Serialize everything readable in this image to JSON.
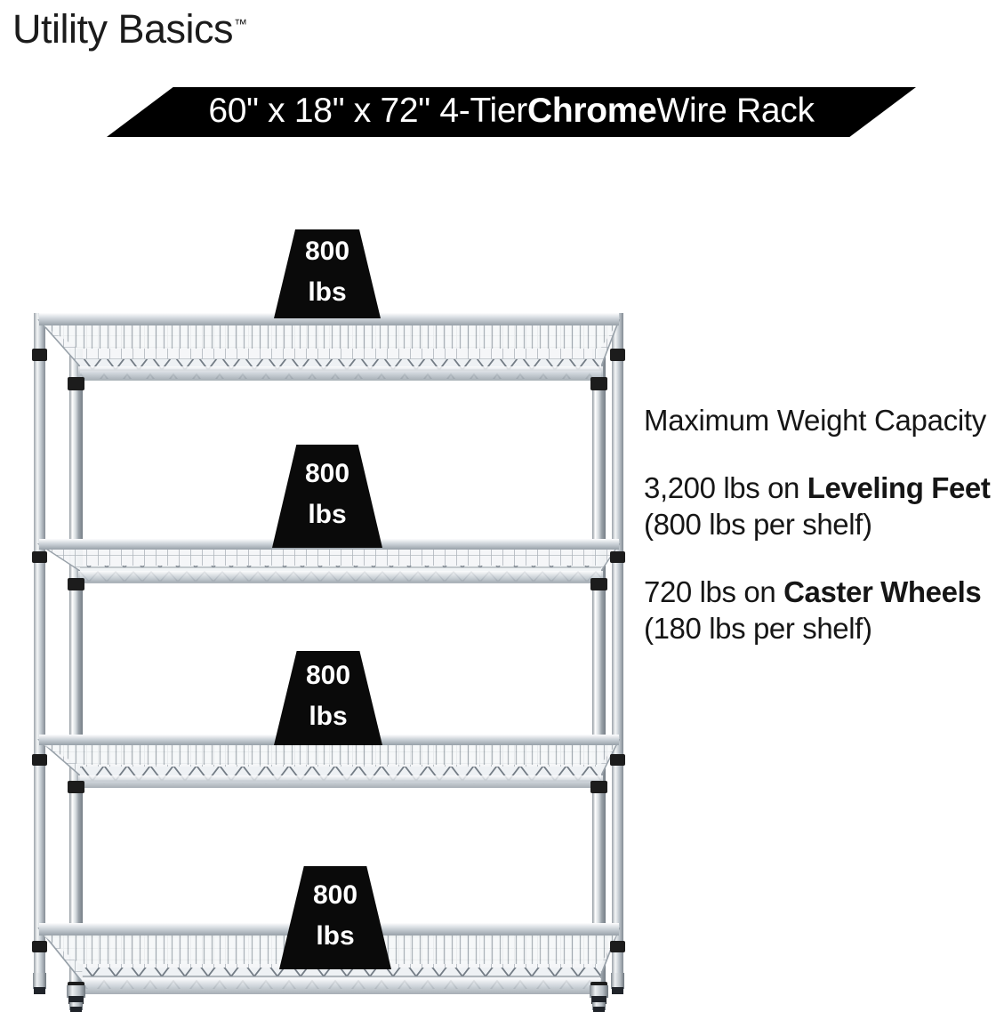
{
  "brand": {
    "name": "Utility Basics",
    "trademark": "™"
  },
  "banner": {
    "prefix": "60\" x 18\" x 72\" 4-Tier ",
    "highlight": "Chrome",
    "suffix": " Wire Rack",
    "background_color": "#000000",
    "text_color": "#ffffff"
  },
  "product": {
    "name": "Chrome Wire Rack",
    "dimensions": "60\" x 18\" x 72\"",
    "tiers": "4-Tier",
    "finish": "Chrome",
    "shelf_count": 4
  },
  "callouts": [
    {
      "value": "800",
      "unit": "lbs"
    },
    {
      "value": "800",
      "unit": "lbs"
    },
    {
      "value": "800",
      "unit": "lbs"
    },
    {
      "value": "800",
      "unit": "lbs"
    }
  ],
  "info": {
    "heading": "Maximum Weight Capacity",
    "leveling_feet": {
      "lead": "3,200 lbs on ",
      "bold": "Leveling Feet",
      "tail": " (800 lbs per shelf)"
    },
    "caster_wheels": {
      "lead": "720 lbs on ",
      "bold": "Caster Wheels",
      "tail": " (180 lbs per shelf)"
    }
  },
  "colors": {
    "ink": "#161616",
    "banner_black": "#000000",
    "callout_black": "#0a0a0a",
    "chrome_light": "#f2f4f6",
    "chrome_mid": "#b9c0c7",
    "chrome_dark": "#6f7880",
    "clip_black": "#1c1c1c",
    "page_background": "#ffffff"
  }
}
